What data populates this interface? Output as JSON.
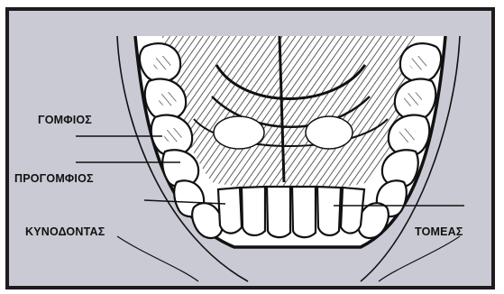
{
  "labels": {
    "molar": "ΓΟΜΦΙΟΣ",
    "premolar": "ΠΡΟΓΟΜΦΙΟΣ",
    "canine": "ΚΥΝΟΔΟΝΤΑΣ",
    "incisor": "ΤΟΜΕΑΣ"
  },
  "colors": {
    "background": "#c9cad3",
    "ink": "#111111",
    "border": "#1d1b1c"
  }
}
